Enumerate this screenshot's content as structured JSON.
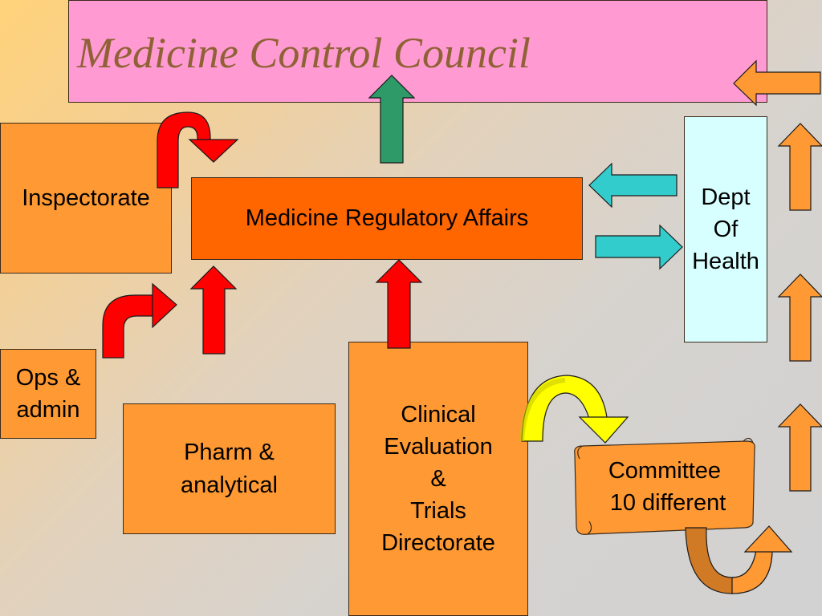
{
  "title": "Medicine Control Council",
  "nodes": {
    "inspectorate": "Inspectorate",
    "regulatory_affairs": "Medicine Regulatory Affairs",
    "dept_of_health": "Dept\nOf\nHealth",
    "ops_admin": "Ops &\nadmin",
    "pharm_analytical": "Pharm &\nanalytical",
    "clinical": "Clinical\nEvaluation\n&\nTrials\nDirectorate",
    "committee": "Committee\n10 different"
  },
  "colors": {
    "title_fill": "#ff9ad2",
    "title_text": "#8f6236",
    "box_orange": "#ff9933",
    "box_deep_orange": "#ff6600",
    "box_health": "#d8ffff",
    "arrow_red": "#ff0000",
    "arrow_green": "#2e9a68",
    "arrow_cyan": "#33cccc",
    "arrow_yellow": "#ffff00",
    "arrow_orange": "#ff9933"
  }
}
